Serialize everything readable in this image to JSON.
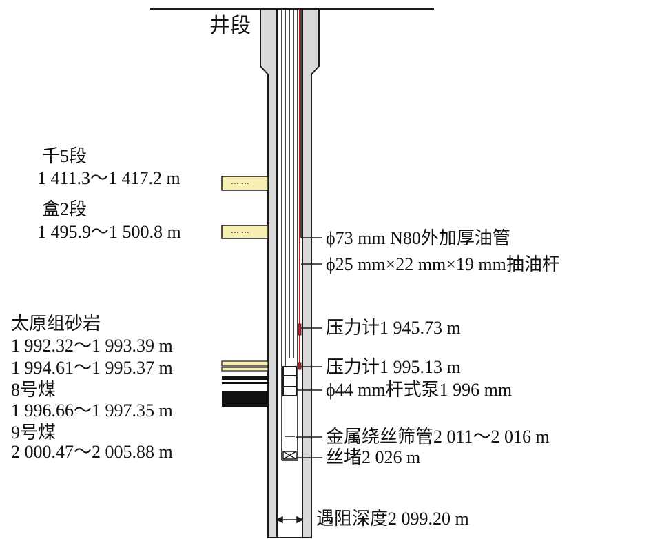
{
  "top_label": "井段",
  "left_labels": {
    "formation_qian5": "千5段",
    "depth_qian5": "1 411.3～1 417.2 m",
    "formation_he2": "盒2段",
    "depth_he2": "1 495.9～1 500.8 m",
    "formation_taiyuan": "太原组砂岩",
    "depth_taiyuan_1": "1 992.32～1 993.39 m",
    "depth_taiyuan_2": "1 994.61～1 995.37  m",
    "coal_8": "8号煤",
    "depth_coal_8": "1 996.66～1 997.35  m",
    "coal_9": "9号煤",
    "depth_coal_9": "2 000.47～2 005.88 m"
  },
  "right_labels": {
    "tubing": "ϕ73 mm N80外加厚油管",
    "sucker_rod": "ϕ25 mm×22 mm×19 mm抽油杆",
    "gauge_1": "压力计1 945.73 m",
    "gauge_2": "压力计1 995.13 m",
    "pump": "ϕ44 mm杆式泵1 996 mm",
    "screen": "金属绕丝筛管2 011～2 016 m",
    "plug": "丝堵2 026 m",
    "obstruction_depth": "遇阻深度2 099.20 m"
  },
  "colors": {
    "line": "#1a1a1a",
    "casing_fill": "#d9d9d9",
    "sandstone_fill": "#f7eeb4",
    "coal_fill": "#111111",
    "rod_red": "#d21e1e"
  }
}
